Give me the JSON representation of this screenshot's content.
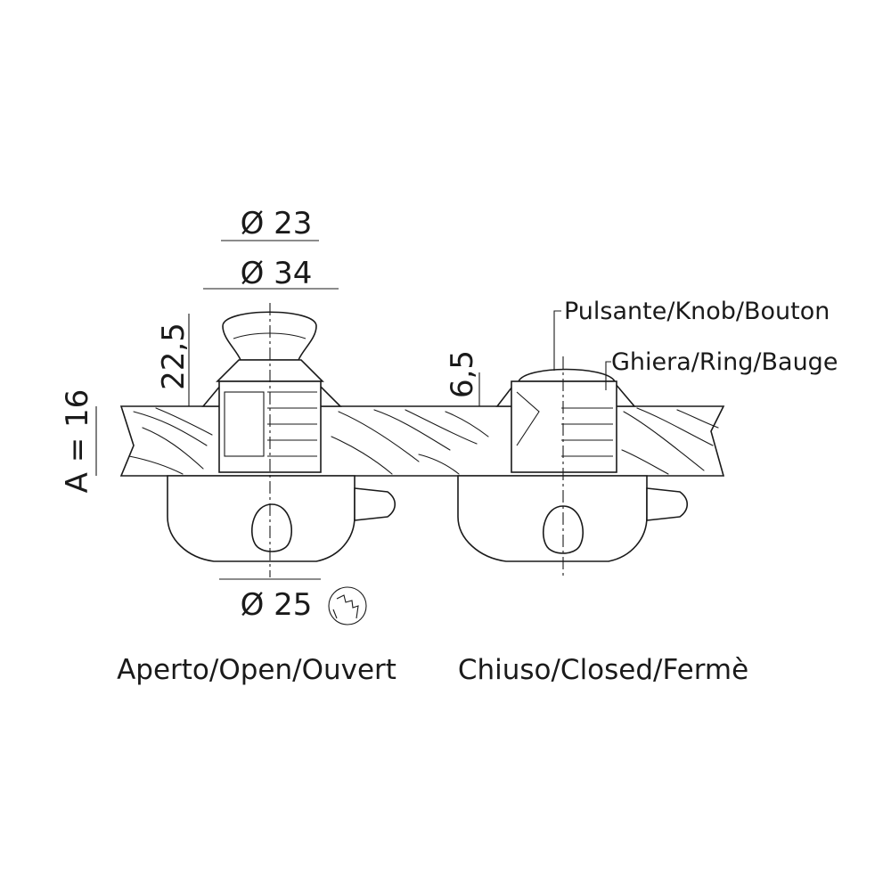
{
  "dimensions": {
    "d23": "Ø 23",
    "d34": "Ø 34",
    "d25": "Ø 25",
    "h225": "22,5",
    "thickness": "A = 16",
    "h65": "6,5"
  },
  "parts": {
    "knob": "Pulsante/Knob/Bouton",
    "ring": "Ghiera/Ring/Bauge"
  },
  "states": {
    "open": "Aperto/Open/Ouvert",
    "closed": "Chiuso/Closed/Fermè"
  },
  "icons": [
    "key-icon"
  ]
}
